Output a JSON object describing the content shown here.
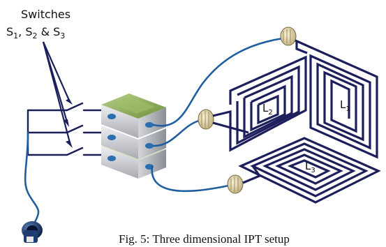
{
  "switch_label": {
    "title": "Switches",
    "line2": [
      "S",
      "1",
      ", S",
      "2",
      " & S",
      "3"
    ]
  },
  "coils": [
    {
      "letter": "L",
      "sub": "1"
    },
    {
      "letter": "L",
      "sub": "2"
    },
    {
      "letter": "L",
      "sub": "3"
    }
  ],
  "caption": "Fig. 5: Three dimensional IPT setup",
  "colors": {
    "coil": "#1c1f5c",
    "cable": "#1f5fa0",
    "block_top": "#8fb05a",
    "block_side": "#c9cbd0"
  }
}
